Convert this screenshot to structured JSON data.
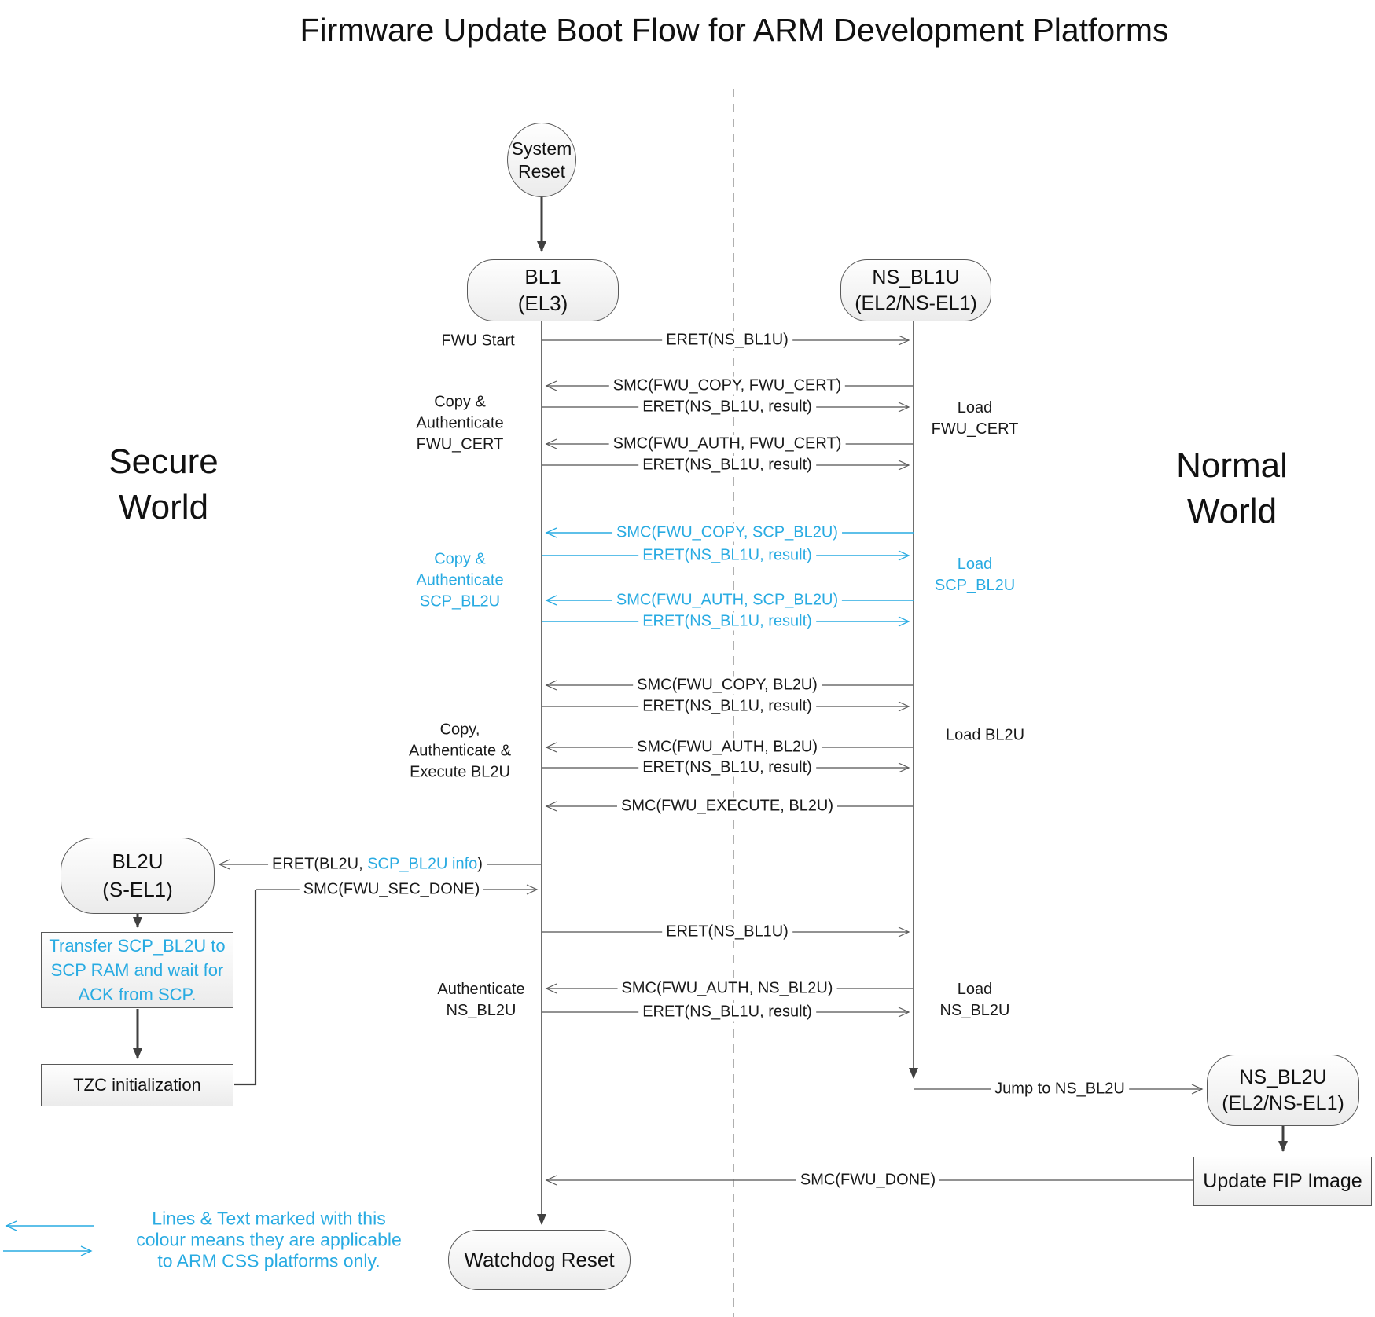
{
  "title": "Firmware Update Boot Flow for ARM Development Platforms",
  "colors": {
    "accent_cyan": "#29ABE2",
    "line_gray": "#6e6e6e",
    "arrow_dark": "#404040",
    "node_border": "#595959"
  },
  "worlds": {
    "secure": "Secure\nWorld",
    "normal": "Normal\nWorld"
  },
  "nodes": {
    "system_reset": "System\nReset",
    "bl1": "BL1\n(EL3)",
    "ns_bl1u": "NS_BL1U\n(EL2/NS-EL1)",
    "bl2u": "BL2U\n(S-EL1)",
    "transfer_scp": "Transfer SCP_BL2U to\nSCP RAM and wait for\nACK from SCP.",
    "tzc": "TZC initialization",
    "ns_bl2u": "NS_BL2U\n(EL2/NS-EL1)",
    "update_fip": "Update FIP Image",
    "watchdog": "Watchdog Reset"
  },
  "labels": {
    "fwu_start": "FWU Start",
    "copy_auth_fwu_cert": "Copy &\nAuthenticate\nFWU_CERT",
    "load_fwu_cert": "Load\nFWU_CERT",
    "copy_auth_scp_bl2u": "Copy &\nAuthenticate\nSCP_BL2U",
    "load_scp_bl2u": "Load\nSCP_BL2U",
    "copy_auth_exec_bl2u": "Copy,\nAuthenticate &\nExecute BL2U",
    "load_bl2u": "Load BL2U",
    "authenticate_ns_bl2u": "Authenticate\nNS_BL2U",
    "load_ns_bl2u": "Load\nNS_BL2U"
  },
  "messages": {
    "eret_ns_bl1u": "ERET(NS_BL1U)",
    "eret_result": "ERET(NS_BL1U, result)",
    "smc_copy_fwu_cert": "SMC(FWU_COPY, FWU_CERT)",
    "smc_auth_fwu_cert": "SMC(FWU_AUTH, FWU_CERT)",
    "smc_copy_scp_bl2u": "SMC(FWU_COPY, SCP_BL2U)",
    "smc_auth_scp_bl2u": "SMC(FWU_AUTH, SCP_BL2U)",
    "smc_copy_bl2u": "SMC(FWU_COPY, BL2U)",
    "smc_auth_bl2u": "SMC(FWU_AUTH, BL2U)",
    "smc_execute_bl2u": "SMC(FWU_EXECUTE, BL2U)",
    "eret_bl2u_prefix": "ERET(BL2U, ",
    "eret_bl2u_cyan": "SCP_BL2U info",
    "eret_bl2u_suffix": ")",
    "smc_fwu_sec_done": "SMC(FWU_SEC_DONE)",
    "smc_auth_ns_bl2u": "SMC(FWU_AUTH, NS_BL2U)",
    "jump_to_ns_bl2u": "Jump to NS_BL2U",
    "smc_fwu_done": "SMC(FWU_DONE)"
  },
  "legend": {
    "note": "Lines & Text marked with this\ncolour means they are applicable\nto ARM CSS platforms only."
  }
}
